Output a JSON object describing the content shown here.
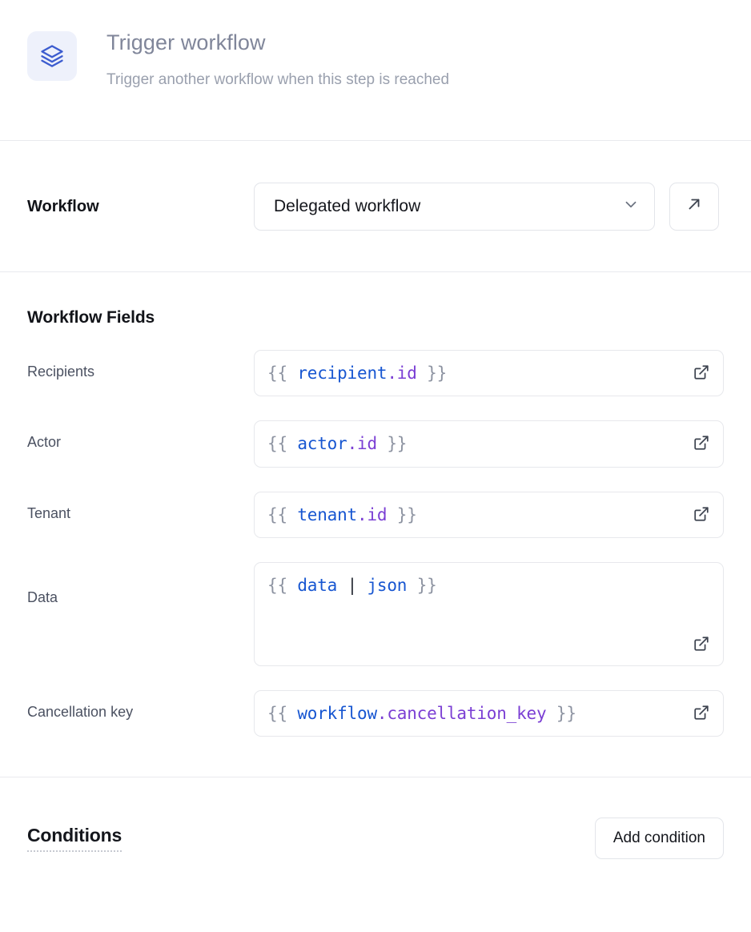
{
  "header": {
    "icon": "layers-icon",
    "icon_color": "#3c5ccf",
    "icon_bg": "#eef1fb",
    "title": "Trigger workflow",
    "subtitle": "Trigger another workflow when this step is reached"
  },
  "workflow_row": {
    "label": "Workflow",
    "select_value": "Delegated workflow",
    "select_icon": "chevron-down-icon",
    "open_icon": "arrow-up-right-icon"
  },
  "workflow_fields": {
    "section_title": "Workflow Fields",
    "expand_icon": "external-link-icon",
    "fields": [
      {
        "label": "Recipients",
        "multiline": false,
        "value": "{{ recipient.id }}",
        "tokens": [
          {
            "text": "{{ ",
            "kind": "brace"
          },
          {
            "text": "recipient",
            "kind": "var"
          },
          {
            "text": ".id",
            "kind": "prop"
          },
          {
            "text": " }}",
            "kind": "brace"
          }
        ]
      },
      {
        "label": "Actor",
        "multiline": false,
        "value": "{{ actor.id }}",
        "tokens": [
          {
            "text": "{{ ",
            "kind": "brace"
          },
          {
            "text": "actor",
            "kind": "var"
          },
          {
            "text": ".id",
            "kind": "prop"
          },
          {
            "text": " }}",
            "kind": "brace"
          }
        ]
      },
      {
        "label": "Tenant",
        "multiline": false,
        "value": "{{ tenant.id }}",
        "tokens": [
          {
            "text": "{{ ",
            "kind": "brace"
          },
          {
            "text": "tenant",
            "kind": "var"
          },
          {
            "text": ".id",
            "kind": "prop"
          },
          {
            "text": " }}",
            "kind": "brace"
          }
        ]
      },
      {
        "label": "Data",
        "multiline": true,
        "value": "{{ data | json }}",
        "tokens": [
          {
            "text": "{{ ",
            "kind": "brace"
          },
          {
            "text": "data",
            "kind": "var"
          },
          {
            "text": " | ",
            "kind": "pipe"
          },
          {
            "text": "json",
            "kind": "filter"
          },
          {
            "text": " }}",
            "kind": "brace"
          }
        ]
      },
      {
        "label": "Cancellation key",
        "multiline": false,
        "value": "{{ workflow.cancellation_key }}",
        "tokens": [
          {
            "text": "{{ ",
            "kind": "brace"
          },
          {
            "text": "workflow",
            "kind": "var"
          },
          {
            "text": ".cancellation_key",
            "kind": "prop"
          },
          {
            "text": " }}",
            "kind": "brace"
          }
        ]
      }
    ]
  },
  "conditions": {
    "title": "Conditions",
    "add_button": "Add condition"
  },
  "colors": {
    "accent": "#1756d1",
    "property": "#7b3fd4",
    "brace": "#8d93a1",
    "border": "#e3e5ea",
    "divider": "#e9eaee",
    "text_dark": "#14161c",
    "text_muted": "#4b5161",
    "header_title": "#80869a",
    "header_sub": "#9aa0ae"
  }
}
